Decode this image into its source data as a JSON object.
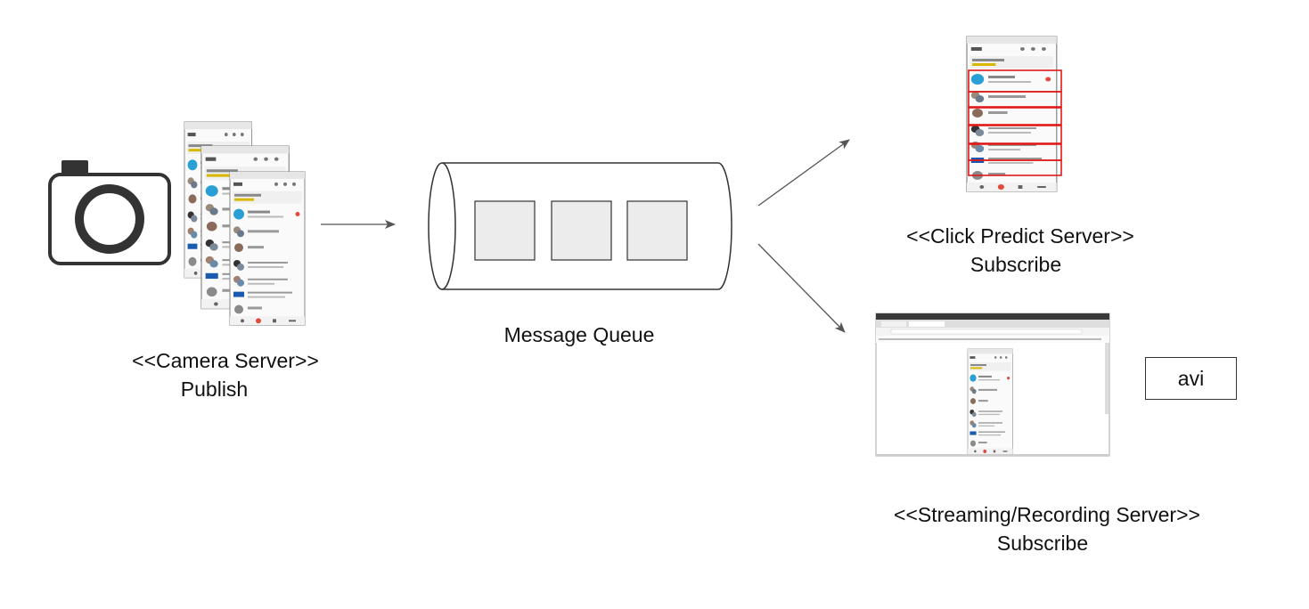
{
  "colors": {
    "stroke": "#333333",
    "arrow": "#555555",
    "queue_box_fill": "#ececec",
    "highlight": "#e01818",
    "phone_bg": "#f4f4f4"
  },
  "camera_server": {
    "icon": "camera-icon",
    "title": "<<Camera Server>>",
    "role": "Publish"
  },
  "message_queue": {
    "label": "Message Queue"
  },
  "click_predict_server": {
    "title": "<<Click Predict Server>>",
    "role": "Subscribe"
  },
  "streaming_server": {
    "title": "<<Streaming/Recording Server>>",
    "role": "Subscribe",
    "output_format": "avi"
  }
}
